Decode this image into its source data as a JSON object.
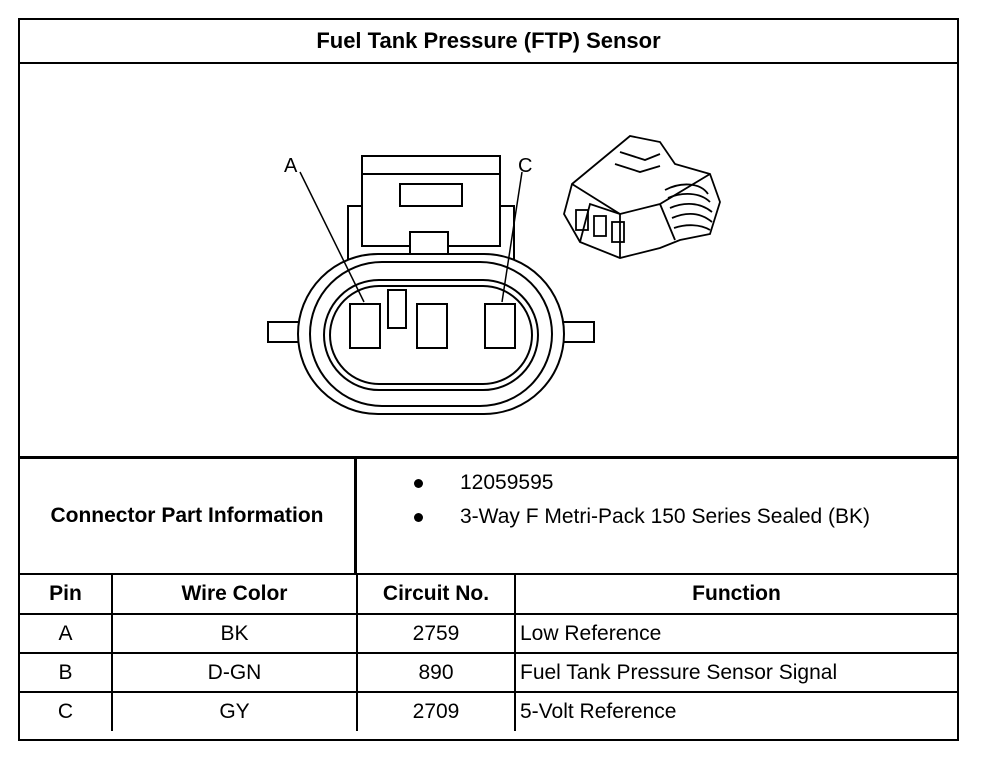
{
  "title": "Fuel Tank Pressure (FTP) Sensor",
  "figure": {
    "pin_labels": [
      "A",
      "C"
    ]
  },
  "connector_info": {
    "label": "Connector Part Information",
    "items": [
      "12059595",
      "3-Way F Metri-Pack 150 Series Sealed (BK)"
    ]
  },
  "table": {
    "headers": [
      "Pin",
      "Wire Color",
      "Circuit No.",
      "Function"
    ],
    "rows": [
      {
        "pin": "A",
        "wire_color": "BK",
        "circuit": "2759",
        "function": "Low Reference"
      },
      {
        "pin": "B",
        "wire_color": "D-GN",
        "circuit": "890",
        "function": "Fuel Tank Pressure Sensor Signal"
      },
      {
        "pin": "C",
        "wire_color": "GY",
        "circuit": "2709",
        "function": "5-Volt Reference"
      }
    ]
  }
}
